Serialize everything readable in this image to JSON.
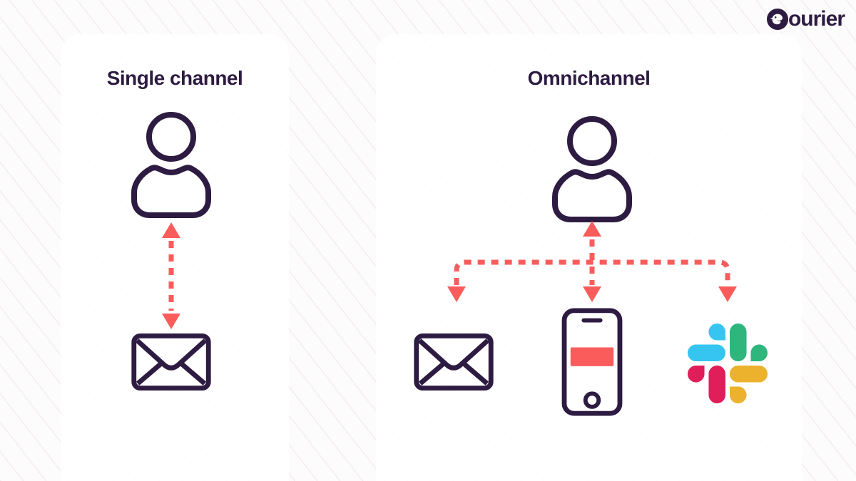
{
  "brand": {
    "name": "Courier",
    "wordmark_tail": "ourier"
  },
  "panels": {
    "single_channel": {
      "title": "Single channel",
      "actor_icon": "person-icon",
      "connection": "bidirectional-dashed-arrow",
      "channel_icons": [
        "email-envelope-icon"
      ]
    },
    "omnichannel": {
      "title": "Omnichannel",
      "actor_icon": "person-icon",
      "connection": "bidirectional-dashed-arrows-branching-to-three-channels",
      "channel_icons": [
        "email-envelope-icon",
        "mobile-push-icon",
        "slack-icon"
      ]
    }
  },
  "colors": {
    "ink": "#2D1B41",
    "coral": "#FA5C5C",
    "card_background": "#FFFFFF",
    "slack_blue": "#36C5F0",
    "slack_green": "#2EB67D",
    "slack_red": "#E01E5A",
    "slack_yellow": "#ECB22E"
  }
}
